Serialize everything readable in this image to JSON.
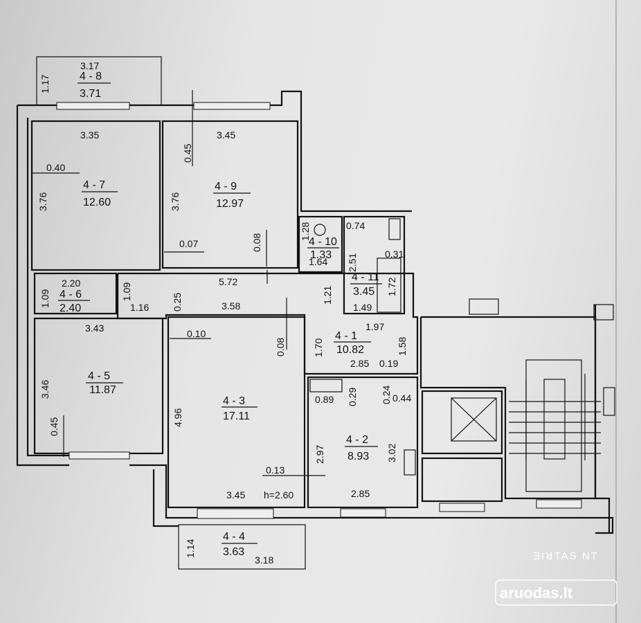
{
  "rooms": {
    "r48": {
      "id": "4 - 8",
      "area": "3.71"
    },
    "r47": {
      "id": "4 - 7",
      "area": "12.60"
    },
    "r49": {
      "id": "4 - 9",
      "area": "12.97"
    },
    "r410": {
      "id": "4 - 10",
      "area": "1.33"
    },
    "r411": {
      "id": "4 - 11",
      "area": "3.45"
    },
    "r46": {
      "id": "4 - 6",
      "area": "2.40"
    },
    "r41": {
      "id": "4 - 1",
      "area": "10.82"
    },
    "r45": {
      "id": "4 - 5",
      "area": "11.87"
    },
    "r43": {
      "id": "4 - 3",
      "area": "17.11"
    },
    "r42": {
      "id": "4 - 2",
      "area": "8.93"
    },
    "r44": {
      "id": "4 - 4",
      "area": "3.63"
    }
  },
  "dims": {
    "d01": "3.17",
    "d02": "3.35",
    "d03": "3.45",
    "d04": "0.40",
    "d05": "0.07",
    "d06": "0.74",
    "d07": "1.64",
    "d08": "2.20",
    "d09": "5.72",
    "d10": "1.49",
    "d11": "1.16",
    "d12": "3.58",
    "d13": "1.97",
    "d14": "3.43",
    "d15": "0.10",
    "d16": "2.85",
    "d17": "0.19",
    "d18": "0.89",
    "d19": "0.44",
    "d20": "0.13",
    "d21": "3.45",
    "d22": "h=2.60",
    "d23": "2.85",
    "d24": "3.18",
    "d25": "0.31",
    "v01": "1.17",
    "v02": "0.45",
    "v03": "3.76",
    "v04": "3.76",
    "v05": "0.08",
    "v06": "1.28",
    "v07": "2.51",
    "v08": "1.72",
    "v09": "1.09",
    "v10": "1.09",
    "v11": "0.25",
    "v12": "1.21",
    "v13": "0.08",
    "v14": "1.70",
    "v15": "1.58",
    "v16": "3.46",
    "v17": "4.96",
    "v18": "0.29",
    "v19": "0.24",
    "v20": "0.45",
    "v21": "2.97",
    "v22": "3.02",
    "v23": "1.14"
  },
  "watermark": {
    "mirrored": "ƎIꓤTAS NT",
    "logo": "aruodas.lt"
  }
}
